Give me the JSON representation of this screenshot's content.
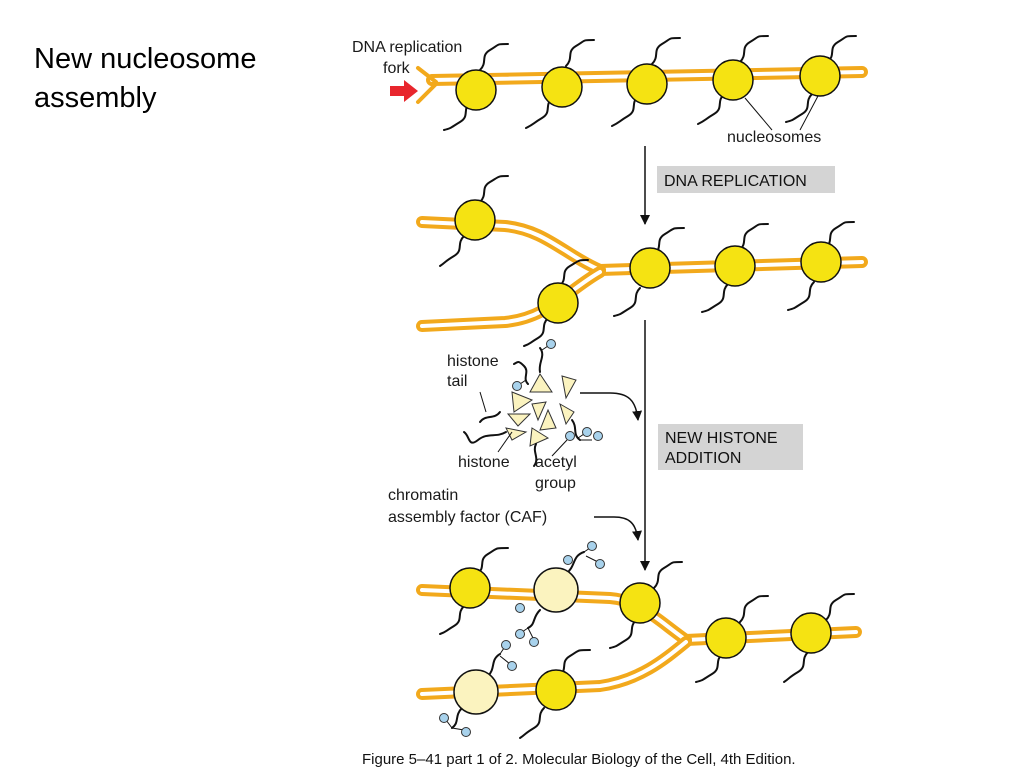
{
  "slide": {
    "title_line1": "New nucleosome",
    "title_line2": "assembly"
  },
  "labels": {
    "fork_line1": "DNA replication",
    "fork_line2": "fork",
    "nucleosomes": "nucleosomes",
    "histone_tail_line1": "histone",
    "histone_tail_line2": "tail",
    "histone": "histone",
    "acetyl_line1": "acetyl",
    "acetyl_line2": "group",
    "caf_line1": "chromatin",
    "caf_line2": "assembly factor (CAF)"
  },
  "stages": {
    "dna_replication": "DNA REPLICATION",
    "new_histone_line1": "NEW HISTONE",
    "new_histone_line2": "ADDITION"
  },
  "caption": "Figure 5–41 part 1 of 2. Molecular Biology of the Cell, 4th Edition.",
  "colors": {
    "dna_strand": "#f2a91c",
    "nucleosome_old": "#f5e312",
    "nucleosome_new": "#fbf3bf",
    "acetyl_group": "#a8d2ec",
    "stage_box": "#d4d4d4",
    "fork_arrow": "#e8262d"
  }
}
